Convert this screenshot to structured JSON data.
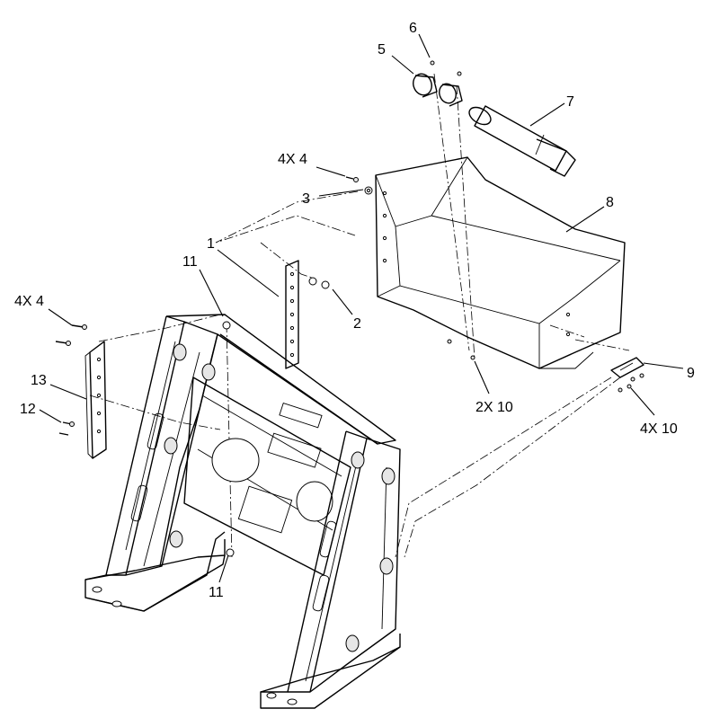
{
  "callouts": {
    "c1": "1",
    "c2": "2",
    "c3": "3",
    "c4a": "4X 4",
    "c4b": "4X 4",
    "c5": "5",
    "c6": "6",
    "c7": "7",
    "c8": "8",
    "c9": "9",
    "c10a": "2X 10",
    "c10b": "4X 10",
    "c11a": "11",
    "c11b": "11",
    "c12": "12",
    "c13": "13"
  }
}
